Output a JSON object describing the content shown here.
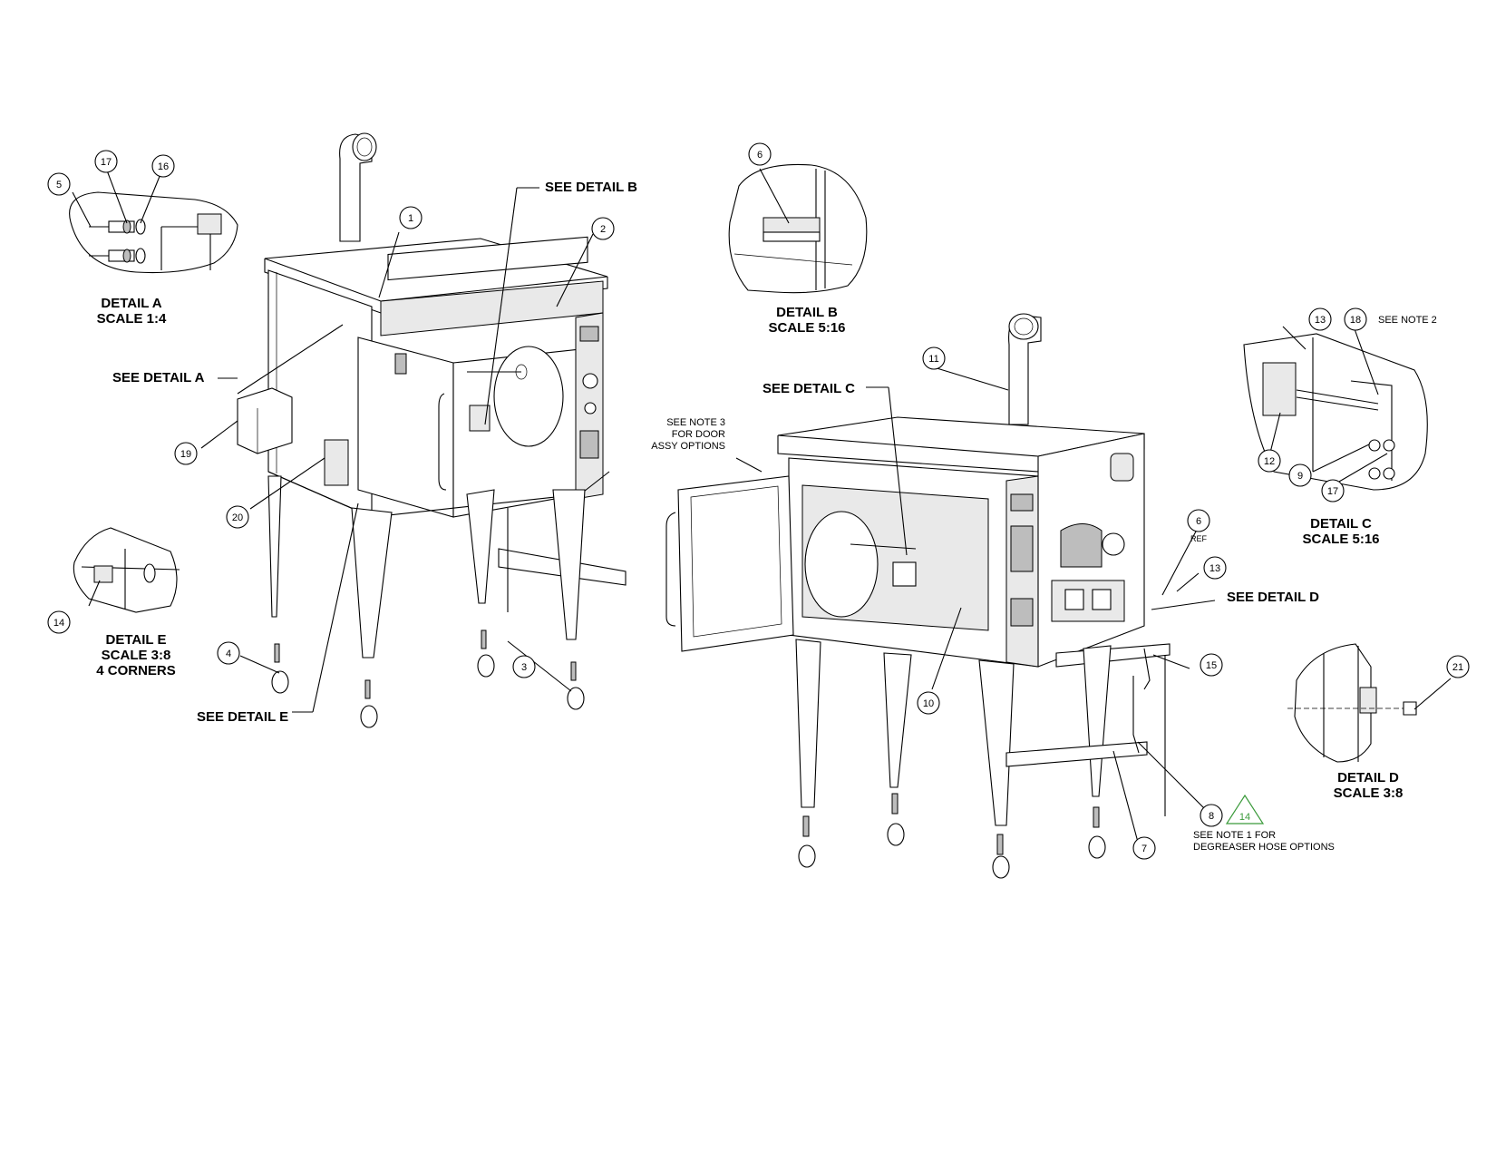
{
  "callouts": [
    {
      "id": "1",
      "text": "1"
    },
    {
      "id": "2",
      "text": "2"
    },
    {
      "id": "3",
      "text": "3"
    },
    {
      "id": "4",
      "text": "4"
    },
    {
      "id": "5",
      "text": "5"
    },
    {
      "id": "6",
      "text": "6"
    },
    {
      "id": "6ref",
      "text": "6"
    },
    {
      "id": "7",
      "text": "7"
    },
    {
      "id": "8",
      "text": "8"
    },
    {
      "id": "9",
      "text": "9"
    },
    {
      "id": "10",
      "text": "10"
    },
    {
      "id": "11",
      "text": "11"
    },
    {
      "id": "12",
      "text": "12"
    },
    {
      "id": "13a",
      "text": "13"
    },
    {
      "id": "13b",
      "text": "13"
    },
    {
      "id": "14",
      "text": "14"
    },
    {
      "id": "15",
      "text": "15"
    },
    {
      "id": "16",
      "text": "16"
    },
    {
      "id": "17a",
      "text": "17"
    },
    {
      "id": "17b",
      "text": "17"
    },
    {
      "id": "18",
      "text": "18"
    },
    {
      "id": "19",
      "text": "19"
    },
    {
      "id": "20",
      "text": "20"
    },
    {
      "id": "21",
      "text": "21"
    }
  ],
  "labels": {
    "see_detail_a": "SEE DETAIL  A",
    "see_detail_b": "SEE DETAIL B",
    "see_detail_c": "SEE DETAIL C",
    "see_detail_d": "SEE DETAIL D",
    "see_detail_e": "SEE DETAIL E",
    "detail_a": "DETAIL  A",
    "detail_a_scale": "SCALE  1:4",
    "detail_b": "DETAIL B",
    "detail_b_scale": "SCALE 5:16",
    "detail_c": "DETAIL C",
    "detail_c_scale": "SCALE 5:16",
    "detail_d": "DETAIL D",
    "detail_d_scale": "SCALE 3:8",
    "detail_e": "DETAIL E",
    "detail_e_scale": "SCALE 3:8",
    "detail_e_note": "4 CORNERS"
  },
  "notes": {
    "note3_l1": "SEE NOTE 3",
    "note3_l2": "FOR DOOR",
    "note3_l3": "ASSY OPTIONS",
    "note2": "SEE NOTE 2",
    "ref": "REF",
    "note1_l1": "SEE NOTE 1 FOR",
    "note1_l2": "DEGREASER HOSE OPTIONS",
    "triangle": "14"
  },
  "colors": {
    "line": "#000000",
    "triangle": "#3a9a3a",
    "background": "#ffffff"
  }
}
